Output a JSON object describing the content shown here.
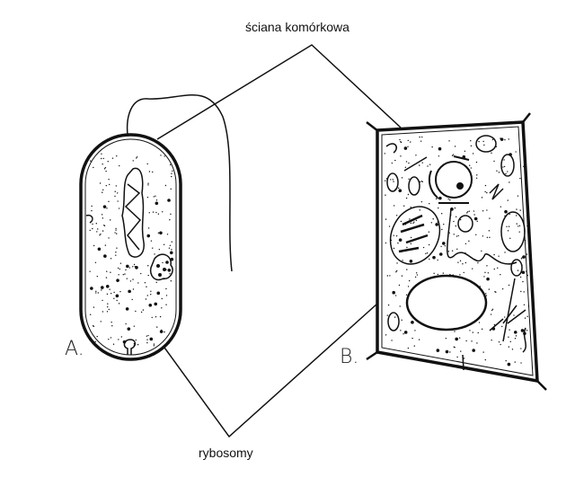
{
  "labels": {
    "cell_wall": "ściana komórkowa",
    "ribosomes": "rybosomy",
    "cell_a": "A.",
    "cell_b": "B."
  },
  "colors": {
    "ink": "#111111",
    "background": "#ffffff"
  }
}
